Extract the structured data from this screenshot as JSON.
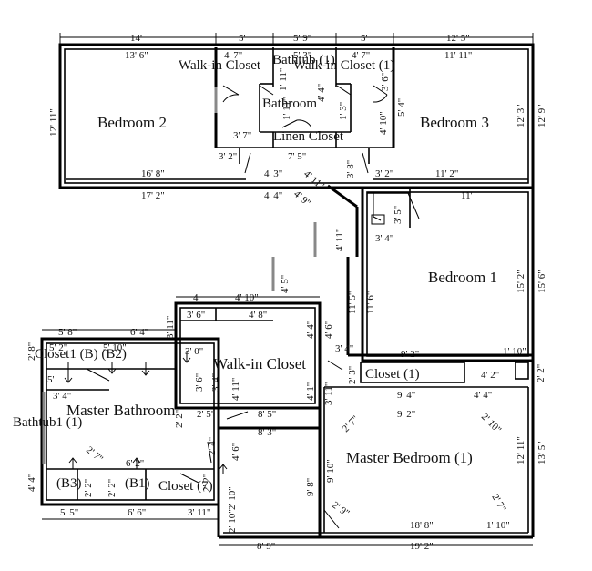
{
  "rooms": {
    "bedroom2": "Bedroom 2",
    "bedroom3": "Bedroom 3",
    "bedroom1": "Bedroom 1",
    "bathroom": "Bathroom",
    "walkin_closet_left": "Walk-in Closet",
    "walkin_closet_right": "Walk-in Closet  (1)",
    "bathtub_top": "Bathtub (1)",
    "linen_closet": "Linen Closet",
    "walkin_closet_master": "Walk-in Closet",
    "closet_b1": "Closet (1)",
    "master_bathroom": "Master Bathroom",
    "bathtub_master": "Bathtub1 (1)",
    "closet_master_left": "Closet1 (B) (B2)",
    "b3": "(B3)",
    "b1": "(B1)",
    "closet_7": "Closet (7)",
    "master_bedroom": "Master Bedroom  (1)"
  },
  "dimensions": {
    "top_overall": [
      "14'",
      "5'",
      "5' 9\"",
      "5'",
      "12' 5\""
    ],
    "bedroom2_top": "13' 6\"",
    "bedroom2_height": "12' 11\"",
    "bedroom2_bottom": "16' 8\"",
    "bedroom2_overall_bottom": "17' 2\"",
    "walkin_left_top": "4' 7\"",
    "walkin_left_bottom": "3' 7\"",
    "bath_top": "5' 3\"",
    "bath_left": "1' 11\"",
    "bath_mid": "1' 11\"",
    "bath_right": "1' 3\"",
    "bath_height": "4' 4\"",
    "walkin_right_top": "4' 7\"",
    "walkin_right_side": "3' 6\"",
    "walkin_right_side2": "4' 10\"",
    "walkin_right_side3": "5' 4\"",
    "bedroom3_top": "11' 11\"",
    "bedroom3_height": "12' 3\"",
    "bedroom3_overall_height": "12' 9\"",
    "bedroom3_bottom": "11' 2\"",
    "linen_width": "7' 5\"",
    "linen_left": "3' 2\"",
    "linen_right": "3' 2\"",
    "hall_width_a": "4' 3\"",
    "hall_width_b": "4' 4\"",
    "hall_diag_a": "4' 11\"",
    "hall_diag_b": "4' 9\"",
    "hall_side": "3' 8\"",
    "hall_long": "4' 11\"",
    "bedroom1_top": "11'",
    "bedroom1_closet": "3' 5\"",
    "bedroom1_closet_w": "3' 4\"",
    "bedroom1_height": "15' 2\"",
    "bedroom1_overall_height": "15' 6\"",
    "hall_lower": "11' 5\"",
    "hall_lower_b": "11' 6\"",
    "corner_post": "4' 5\"",
    "walkin_master_top": [
      "4'",
      "4' 10\""
    ],
    "walkin_master_inner_a": "3' 6\"",
    "walkin_master_inner_b": "4' 8\"",
    "walkin_master_side": "3' 11\"",
    "walkin_master_side2": "4' 4\"",
    "walkin_master_side3": "4' 6\"",
    "walkin_master_c": "3' 0\"",
    "walkin_master_d": "3' 4\"",
    "walkin_master_e": "3' 6\"",
    "walkin_master_f": "4' 11\"",
    "walkin_master_g": "2' 5\"",
    "walkin_master_h": "8' 5\"",
    "walkin_master_i": "8' 3\"",
    "walkin_master_j": "4' 6\"",
    "walkin_master_k": "4' 1\"",
    "closet_b1_top": "9' 2\"",
    "closet_b1_side": "3' 4\"",
    "closet_b1_right": "4' 2\"",
    "closet_b1_small": "1' 10\"",
    "closet_b1_small_h": "2' 2\"",
    "closet_b1_h": "2' 3\"",
    "master_bed_top_a": "9' 4\"",
    "master_bed_top_b": "4' 4\"",
    "master_bed_inner_top": "9' 2\"",
    "master_bed_height": "12' 11\"",
    "master_bed_overall_height": "13' 5\"",
    "master_bed_left": "9' 10\"",
    "master_bed_left_b": "3' 11\"",
    "master_bed_diag_tl": "2' 7\"",
    "master_bed_diag_tr": "2' 10\"",
    "master_bed_diag_br": "2' 7\"",
    "master_bed_diag_bl": "2' 9\"",
    "master_bed_bottom": "18' 8\"",
    "master_bed_bottom_overall": "19' 2\"",
    "master_bed_corner": "1' 10\"",
    "left_wing_top_a": "5' 8\"",
    "left_wing_top_b": "6' 4\"",
    "left_wing_inner_a": "5' 2\"",
    "left_wing_inner_b": "5' 10\"",
    "left_wing_inner_c": "5'",
    "left_wing_height": "2' 8\"",
    "bathtub_side": "3' 4\"",
    "master_bath_diag": "2' 7\"",
    "master_bath_w": "6' 2\"",
    "master_bath_h": "4' 4\"",
    "master_bath_small": [
      "2' 2\"",
      "2' 2\"",
      "2' 2\"",
      "2' 2\""
    ],
    "left_wing_bottom": [
      "5' 5\"",
      "6' 6\"",
      "3' 11\""
    ],
    "closet7_h": "2' 10\"",
    "closet7_b": "2' 10\"",
    "closet7_c": "2' 4\"",
    "master_walkin_bottom": "8' 9\"",
    "master_walkin_side": "9' 8\""
  }
}
